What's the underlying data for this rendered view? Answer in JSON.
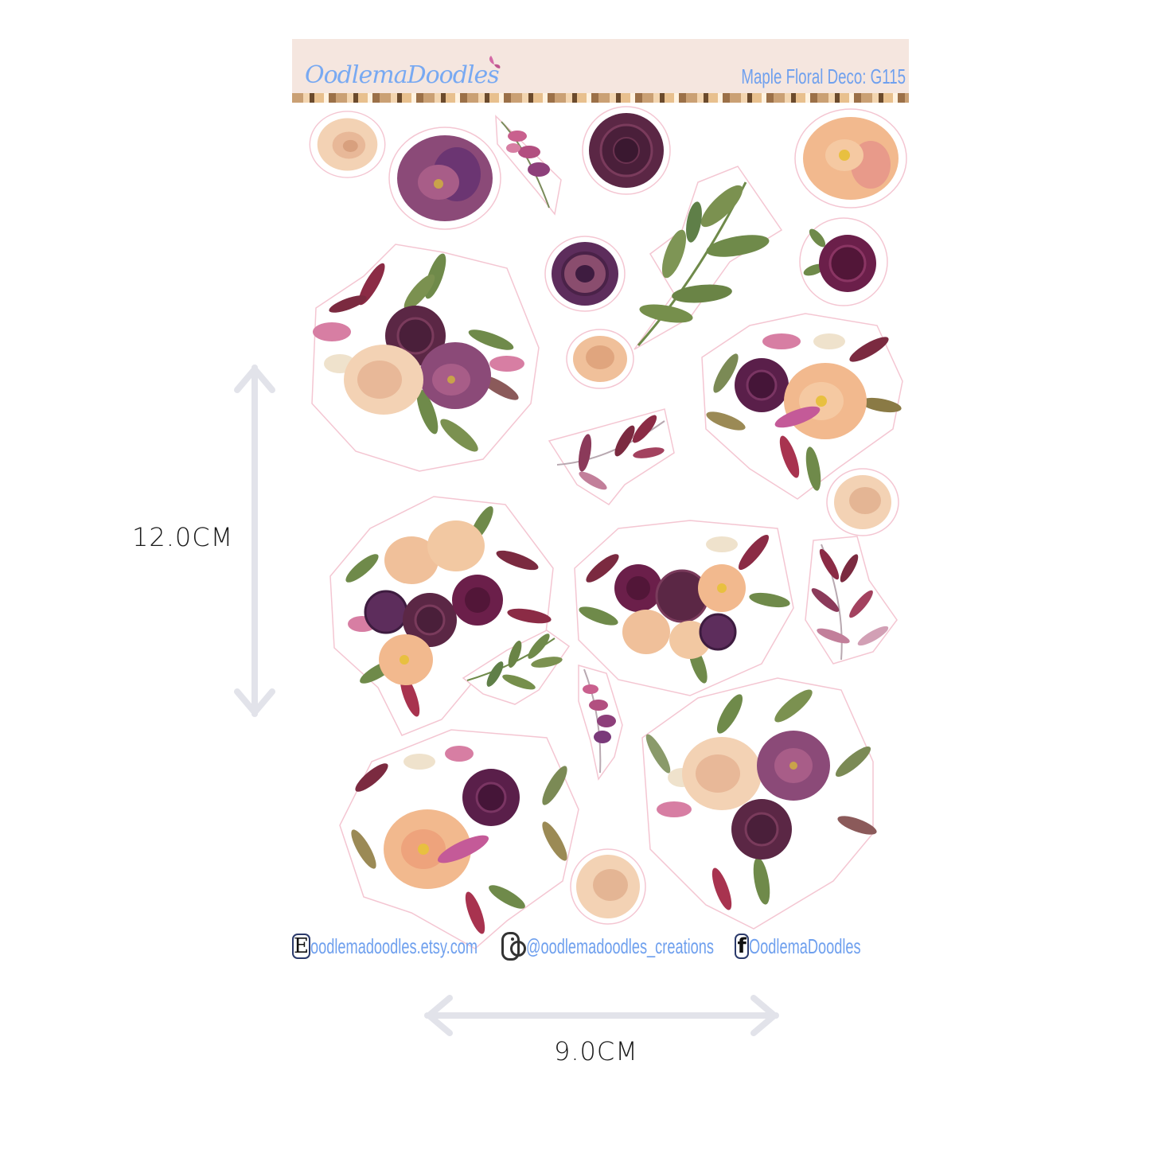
{
  "sheet": {
    "brand": "OodlemaDoodles",
    "title": "Maple Floral Deco: G115",
    "colors": {
      "header_bg": "#f5e6df",
      "brand_text": "#78a9f2",
      "title_text": "#6fa0ee",
      "burgundy": "#5a1f3c",
      "plum": "#6b2d52",
      "peach": "#f2b98e",
      "cream_rose": "#f3d2b4",
      "leaf_green": "#6f8a4a",
      "cut_line": "#f4c6d2"
    },
    "stickers": [
      {
        "type": "cream-rose",
        "label": "cream rose"
      },
      {
        "type": "plum-peony",
        "label": "plum peony"
      },
      {
        "type": "pink-snapdragon",
        "label": "pink snapdragon sprig"
      },
      {
        "type": "burgundy-rose",
        "label": "burgundy rose"
      },
      {
        "type": "peach-peony",
        "label": "peach peony"
      },
      {
        "type": "green-branch",
        "label": "green leaf branch"
      },
      {
        "type": "purple-rose",
        "label": "purple rose"
      },
      {
        "type": "burgundy-rose-bud",
        "label": "burgundy rose with leaves"
      },
      {
        "type": "bouquet",
        "label": "large rose bouquet left"
      },
      {
        "type": "small-rose",
        "label": "small peach rose"
      },
      {
        "type": "bouquet",
        "label": "peony bouquet right"
      },
      {
        "type": "burgundy-leaves",
        "label": "burgundy leaf sprig"
      },
      {
        "type": "cream-rose",
        "label": "cream rose right"
      },
      {
        "type": "bouquet",
        "label": "wide rose bouquet left"
      },
      {
        "type": "bouquet",
        "label": "wide rose bouquet center"
      },
      {
        "type": "burgundy-leaves",
        "label": "burgundy leaf sprig right"
      },
      {
        "type": "green-branch",
        "label": "small green branch"
      },
      {
        "type": "pink-snapdragon",
        "label": "pink snapdragon small"
      },
      {
        "type": "bouquet",
        "label": "peony bouquet bottom left"
      },
      {
        "type": "cream-rose",
        "label": "cream rose bottom"
      },
      {
        "type": "bouquet",
        "label": "rose bouquet bottom right"
      }
    ]
  },
  "footer": {
    "etsy_icon": "E",
    "etsy_text": "oodlemadoodles.etsy.com",
    "instagram_icon": "instagram-icon",
    "instagram_text": "@oodlemadoodles_creations",
    "facebook_icon": "f",
    "facebook_text": "OodlemaDoodles"
  },
  "dimensions": {
    "height_label": "12.0CM",
    "width_label": "9.0CM",
    "arrow_color": "#e2e3ea"
  }
}
